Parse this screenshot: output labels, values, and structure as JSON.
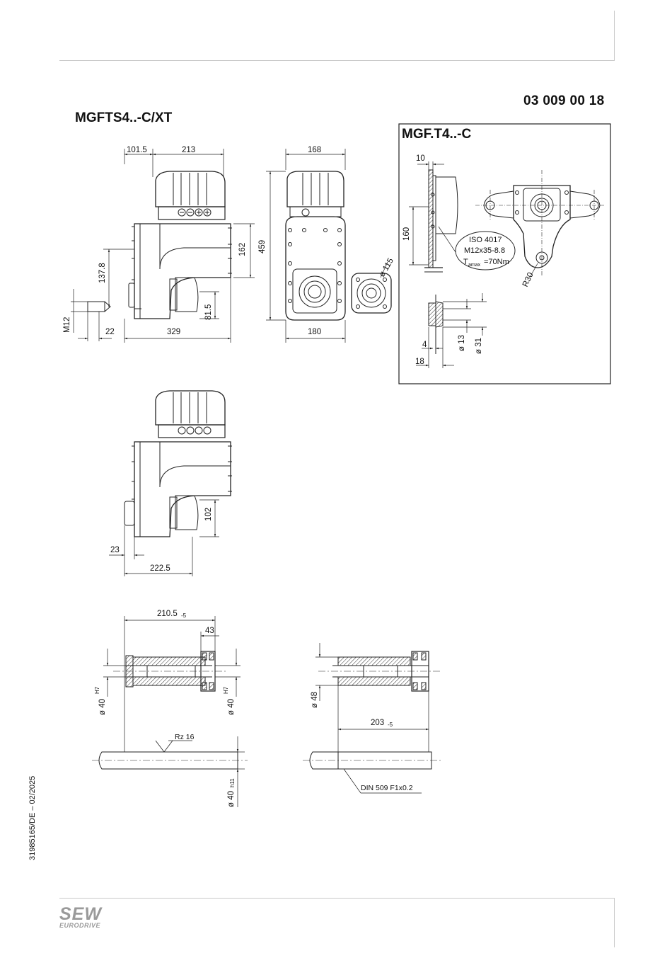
{
  "header": {
    "doc_number": "03 009 00 18",
    "model_title": "MGFTS4..-C/XT"
  },
  "inset": {
    "title": "MGF.T4..-C",
    "callout_lines": [
      "ISO 4017",
      "M12x35-8.8",
      "=70Nm"
    ],
    "callout_torque_symbol": "T",
    "callout_torque_sub": "amax"
  },
  "dims": {
    "d101_5": "101.5",
    "d213": "213",
    "d168": "168",
    "d162": "162",
    "d459": "459",
    "d137_8": "137.8",
    "d115": "ø 115",
    "d81_5": "81.5",
    "dM12": "M12",
    "d22": "22",
    "d329": "329",
    "d180": "180",
    "i10": "10",
    "i160": "160",
    "iR30": "R30",
    "i4": "4",
    "i18": "18",
    "i13": "ø 13",
    "i31": "ø 31",
    "d102": "102",
    "d23": "23",
    "d222_5": "222.5",
    "d210_5": "210.5",
    "d210_5_tol": "-5",
    "d43": "43",
    "d40a": "ø 40",
    "d40b": "ø 40",
    "d40c": "ø 40",
    "H7": "H7",
    "h11": "h11",
    "rz16": "Rz 16",
    "d48": "ø 48",
    "d203": "203",
    "d203_tol": "-5",
    "din": "DIN 509 F1x0.2"
  },
  "footer": {
    "side_text": "31985165/DE – 02/2025",
    "logo_line1": "SEW",
    "logo_line2": "EURODRIVE"
  }
}
